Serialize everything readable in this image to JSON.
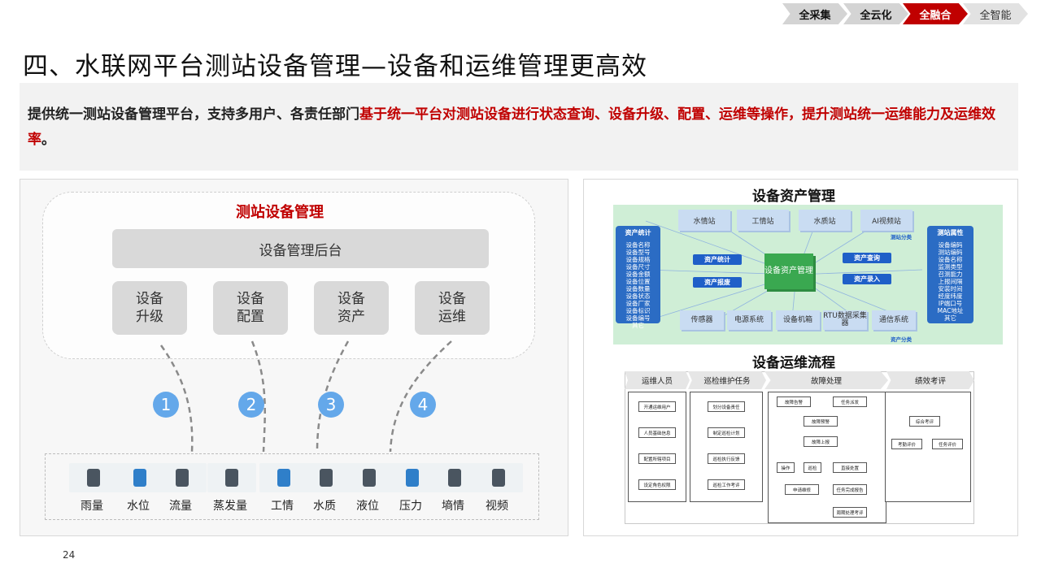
{
  "nav": {
    "items": [
      "全采集",
      "全云化",
      "全融合",
      "全智能"
    ],
    "active_index": 2
  },
  "title": "四、水联网平台测站设备管理—设备和运维管理更高效",
  "banner": {
    "part1": "提供统一测站设备管理平台，支持多用户、各责任部门",
    "part2": "基于统一平台对测站设备进行状态查询、设备升级、配置、运维等操作，",
    "part3": "提升测站统一运维能力及运维效率",
    "part4": "。"
  },
  "left": {
    "title": "测站设备管理",
    "backend": "设备管理后台",
    "modules": [
      {
        "line1": "设备",
        "line2": "升级"
      },
      {
        "line1": "设备",
        "line2": "配置"
      },
      {
        "line1": "设备",
        "line2": "资产"
      },
      {
        "line1": "设备",
        "line2": "运维"
      }
    ],
    "steps": [
      "1",
      "2",
      "3",
      "4"
    ],
    "devices": [
      "雨量",
      "水位",
      "流量",
      "蒸发量",
      "工情",
      "水质",
      "液位",
      "压力",
      "墒情",
      "视频"
    ]
  },
  "asset": {
    "title": "设备资产管理",
    "stations": [
      "水情站",
      "工情站",
      "水质站",
      "AI视频站"
    ],
    "station_tag": "测站分类",
    "center": "设备资产管理",
    "actions": [
      "资产统计",
      "资产报废",
      "资产查询",
      "资产录入"
    ],
    "categories": [
      "传感器",
      "电源系统",
      "设备机箱",
      "RTU数据采集器",
      "通信系统"
    ],
    "category_tag": "资产分类",
    "left_col": {
      "head": "资产统计",
      "items": [
        "设备名称",
        "设备型号",
        "设备规格",
        "设备尺寸",
        "设备金额",
        "设备位置",
        "设备数量",
        "设备状态",
        "设备厂家",
        "设备标识",
        "设备编号",
        "其它"
      ]
    },
    "right_col": {
      "head": "测站属性",
      "items": [
        "设备编码",
        "测站编码",
        "设备名称",
        "监测类型",
        "召测能力",
        "上报间隔",
        "安装时间",
        "经度纬度",
        "IP端口号",
        "MAC地址",
        "其它"
      ]
    }
  },
  "flow": {
    "title": "设备运维流程",
    "heads": [
      "运维人员",
      "巡检维护任务",
      "故障处理",
      "绩效考评"
    ],
    "col1": [
      "开通运维用户",
      "人员基础信息",
      "配置所辖项目",
      "设定角色权限"
    ],
    "col2": [
      "划分设备责任",
      "制定巡检计划",
      "巡检执行反馈",
      "巡检工作考评"
    ],
    "col3": [
      "故障告警",
      "任务派发",
      "故障预警",
      "故障上报",
      "操作",
      "巡检",
      "申请维修",
      "直接处置",
      "任务完成报告",
      "周期处理考评"
    ],
    "col4": [
      "综合考评",
      "考勤评价",
      "任务评价"
    ]
  },
  "page_number": "24"
}
